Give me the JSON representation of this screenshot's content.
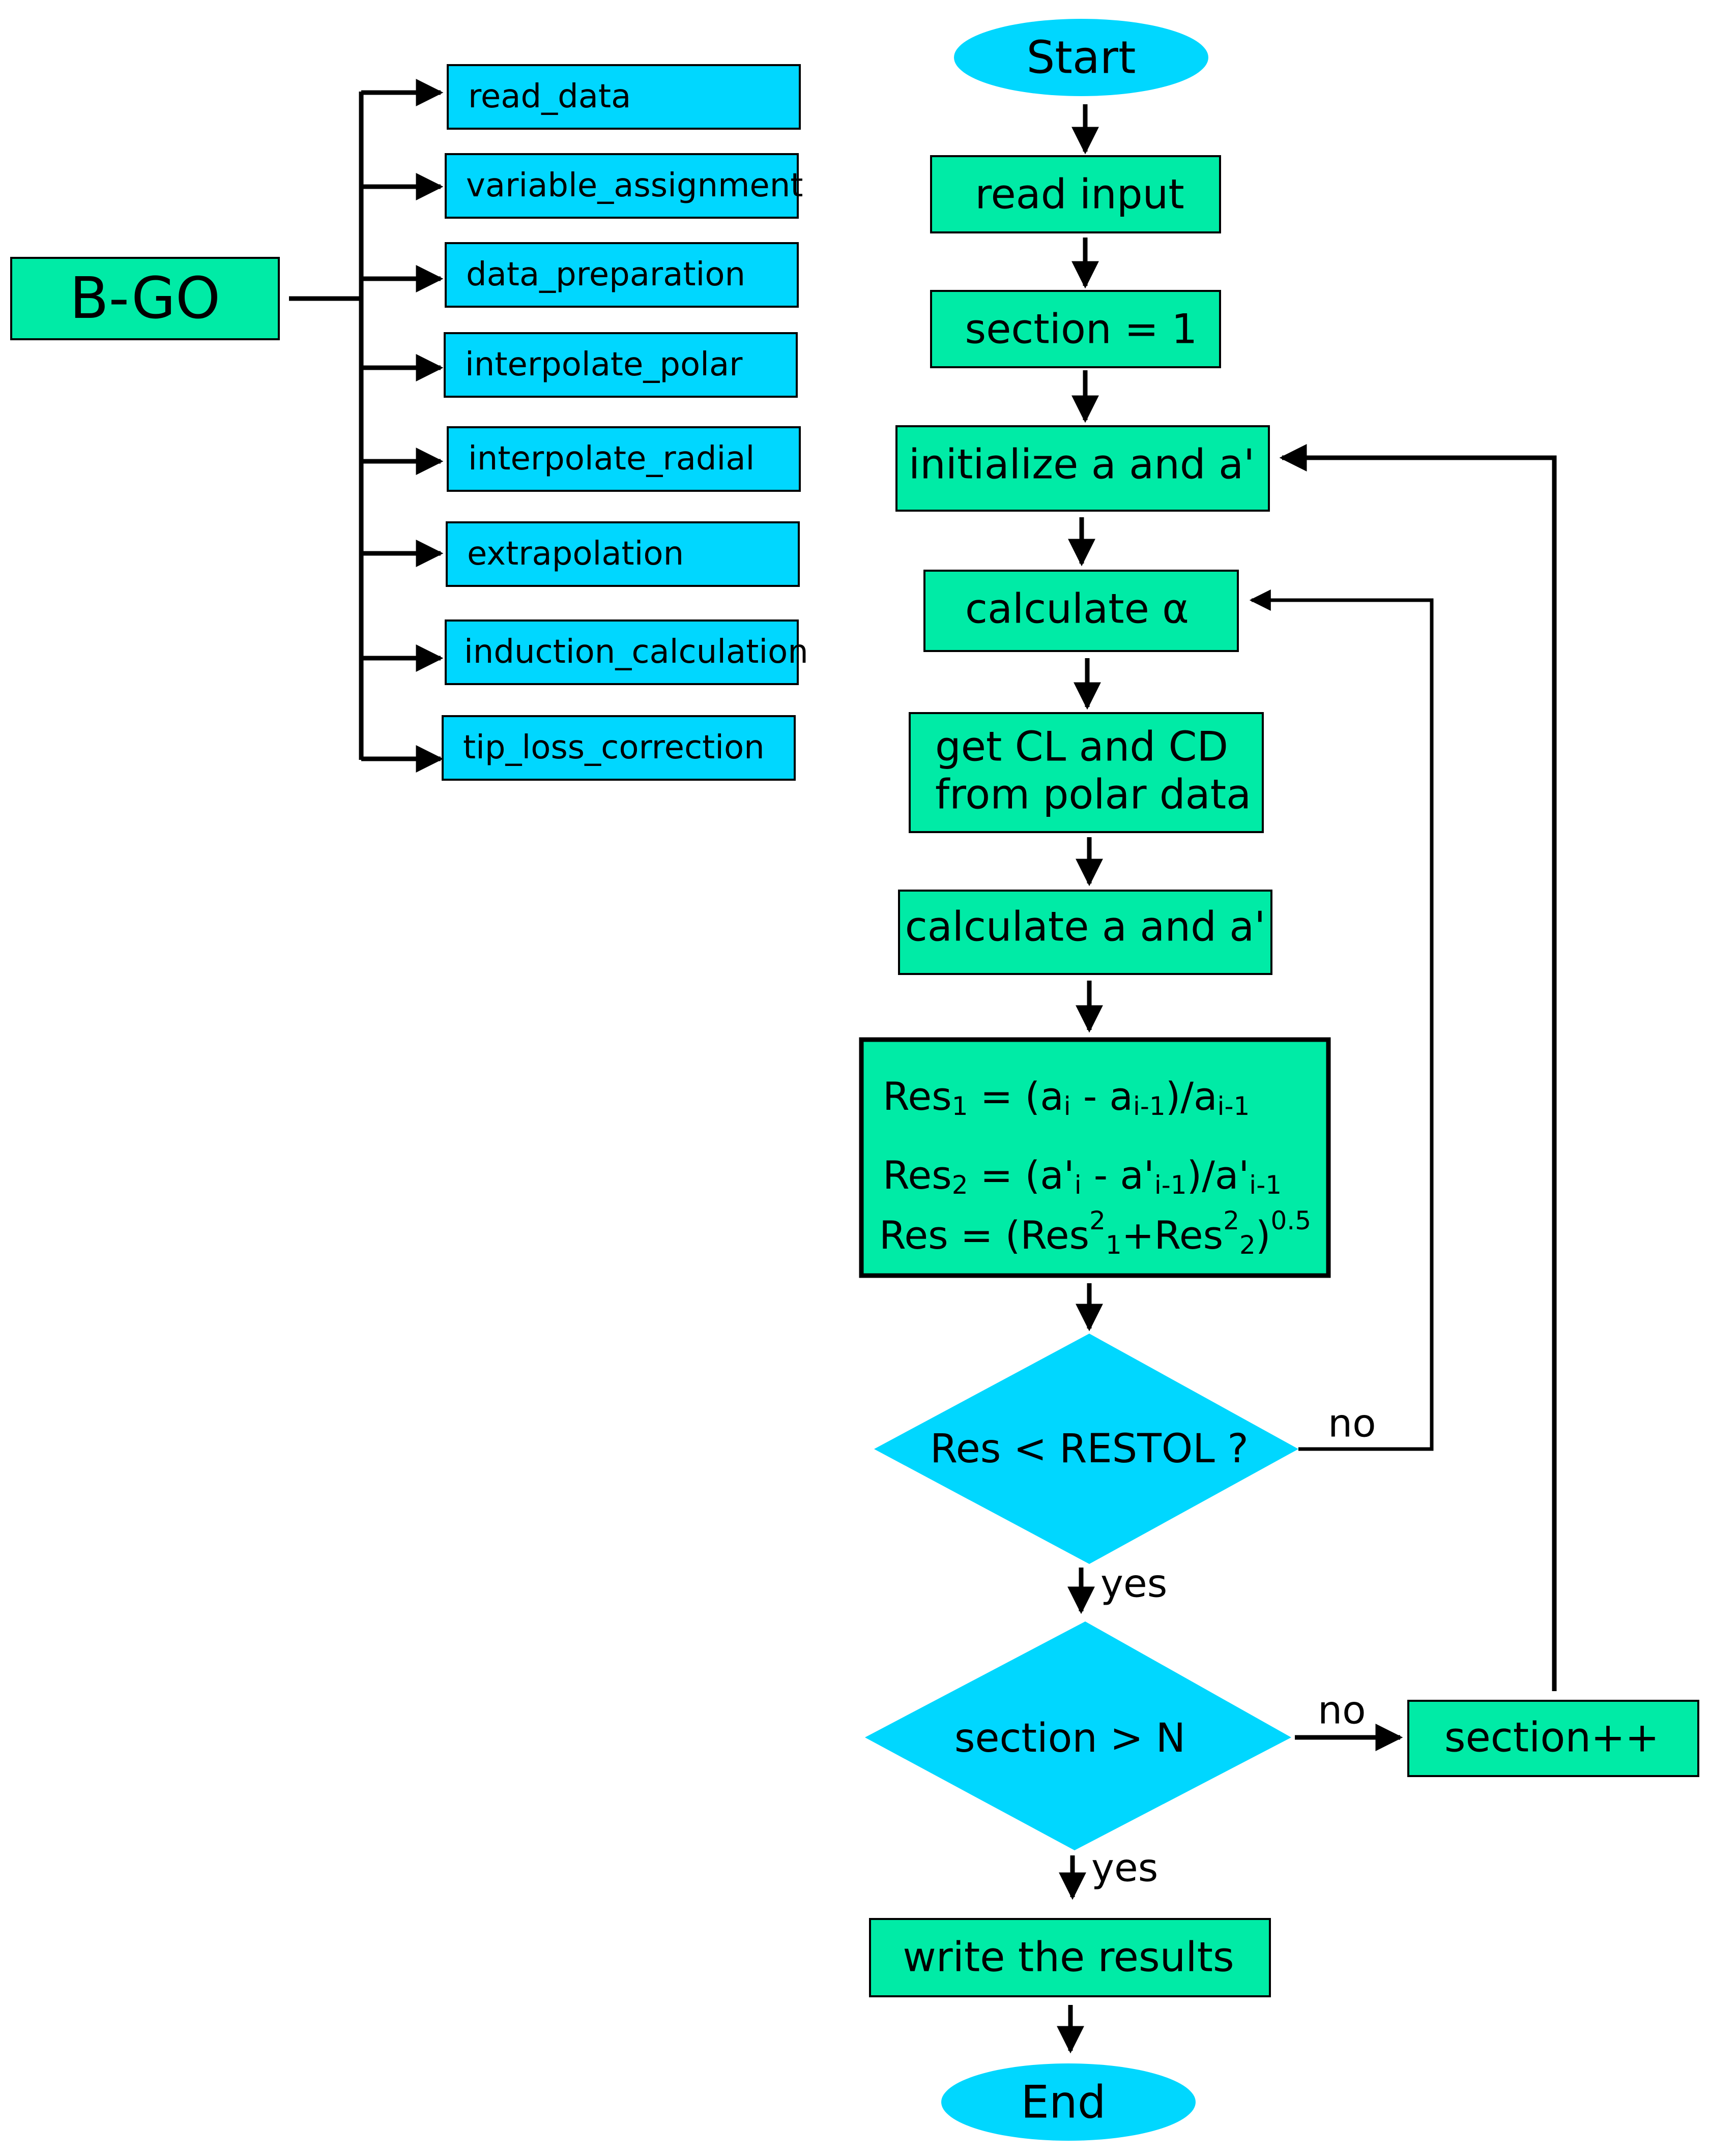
{
  "colors": {
    "process_fill": "#00eba6",
    "module_fill": "#00d7ff",
    "terminal_fill": "#00d7ff",
    "decision_fill": "#00d7ff",
    "stroke": "#000000"
  },
  "program": {
    "name": "B-GO",
    "modules": [
      "read_data",
      "variable_assignment",
      "data_preparation",
      "interpolate_polar",
      "interpolate_radial",
      "extrapolation",
      "induction_calculation",
      "tip_loss_correction"
    ]
  },
  "flow": {
    "start": "Start",
    "read_input": "read input",
    "section_init": "section = 1",
    "init_a": "initialize a and a'",
    "calc_alpha": "calculate α",
    "get_cl_line1": "get CL and CD",
    "get_cl_line2": "from polar data",
    "calc_a": "calculate a and a'",
    "res1": {
      "a": "Res",
      "b": "1",
      "c": " = (a",
      "d": "i",
      "e": " - a",
      "f": "i-1",
      "g": ")/a",
      "h": "i-1"
    },
    "res2": {
      "a": "Res",
      "b": "2",
      "c": " = (a'",
      "d": "i",
      "e": " - a'",
      "f": "i-1",
      "g": ")/a'",
      "h": "i-1"
    },
    "res": {
      "a": "Res = (Res",
      "b": "2",
      "c": "1",
      "d": "+Res",
      "e": "2",
      "f": "2",
      "g": ")",
      "h": "0.5"
    },
    "decision_restol": "Res < RESTOL ?",
    "decision_section": "section > N",
    "section_inc": "section++",
    "write_results": "write the results",
    "end": "End",
    "edge_no_1": "no",
    "edge_yes_1": "yes",
    "edge_no_2": "no",
    "edge_yes_2": "yes"
  }
}
